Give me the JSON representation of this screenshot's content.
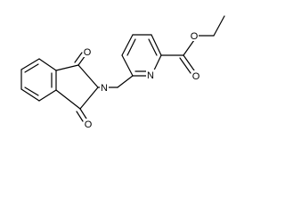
{
  "structure": {
    "atoms": {
      "o_imide_top": "O",
      "o_imide_bottom": "O",
      "n_imide": "N",
      "n_pyridine": "N",
      "o_carbonyl": "O",
      "o_ester": "O"
    }
  }
}
